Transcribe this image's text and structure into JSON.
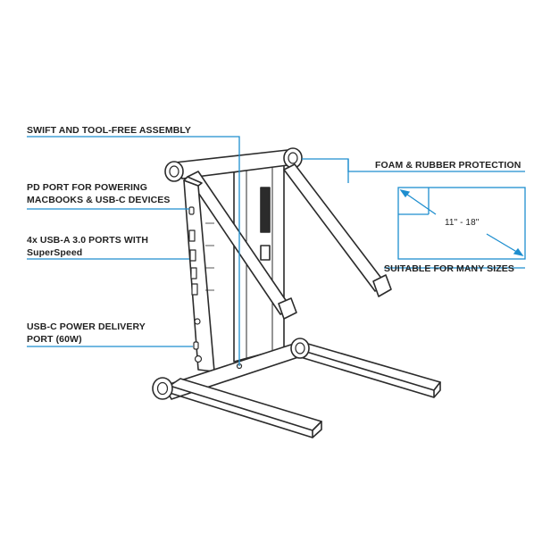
{
  "labels": {
    "assembly": "SWIFT AND TOOL-FREE ASSEMBLY",
    "pd_port_line1": "PD PORT FOR POWERING",
    "pd_port_line2": "MACBOOKS & USB-C DEVICES",
    "usb_a_line1": "4x USB-A 3.0 PORTS WITH",
    "usb_a_line2": "SuperSpeed",
    "usb_c_line1": "USB-C POWER DELIVERY",
    "usb_c_line2": "PORT (60W)",
    "foam": "FOAM & RUBBER PROTECTION",
    "sizes": "SUITABLE FOR MANY SIZES",
    "size_range": "11\" - 18\""
  },
  "colors": {
    "accent_line": "#1e8ecf",
    "stand_outline": "#2b2b2b",
    "text": "#222222"
  }
}
